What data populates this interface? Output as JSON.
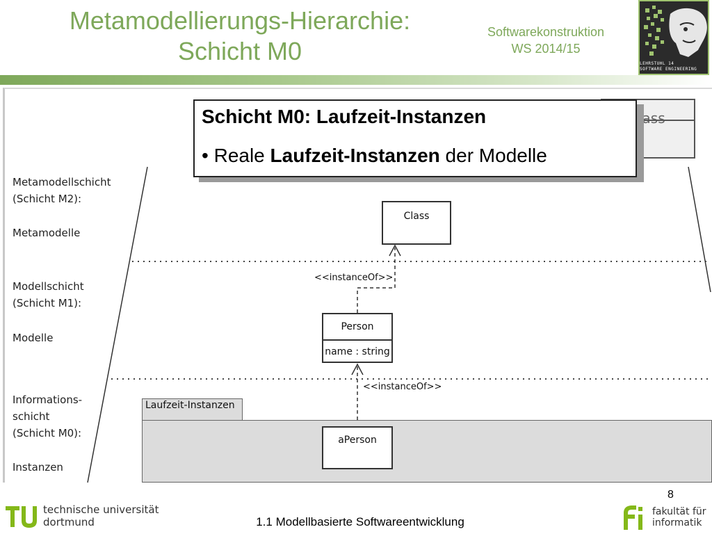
{
  "header": {
    "title_line1": "Metamodellierungs-Hierarchie:",
    "title_line2": "Schicht M0",
    "course_line1": "Softwarekonstruktion",
    "course_line2": "WS 2014/15",
    "logo_line1": "LEHRSTUHL 14",
    "logo_line2": "SOFTWARE ENGINEERING"
  },
  "callout": {
    "title": "Schicht M0: Laufzeit-Instanzen",
    "bullet_pre": "Reale ",
    "bullet_bold": "Laufzeit-Instanzen",
    "bullet_post": " der Modelle"
  },
  "layers": {
    "m2": {
      "line1": "Metamodellschicht",
      "line2": "(Schicht M2):",
      "desc": "Metamodelle"
    },
    "m1": {
      "line1": "Modellschicht",
      "line2": "(Schicht M1):",
      "desc": "Modelle"
    },
    "m0": {
      "line1": "Informations-",
      "line2": "schicht",
      "line3": "(Schicht M0):",
      "desc": "Instanzen"
    }
  },
  "diagram": {
    "ghost_class": "Class",
    "class_label": "Class",
    "instance_of_1": "<<instanceOf>>",
    "person_label": "Person",
    "person_attr": "name : string",
    "instance_of_2": "<<instanceOf>>",
    "runtime_tab": "Laufzeit-Instanzen",
    "aperson_label": "aPerson"
  },
  "footer": {
    "tu_line1": "technische universität",
    "tu_line2": "dortmund",
    "section": "1.1 Modellbasierte Softwareentwicklung",
    "page": "8",
    "fi_line1": "fakultät für",
    "fi_line2": "informatik"
  },
  "colors": {
    "accent_green": "#7ea85a",
    "logo_green": "#9fc36f",
    "tu_green": "#84b819"
  }
}
